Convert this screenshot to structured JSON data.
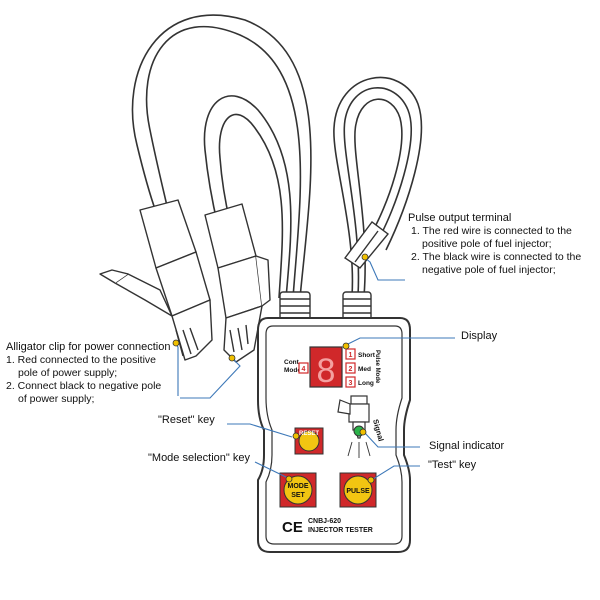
{
  "pulse_output": {
    "title": "Pulse output terminal",
    "lines": [
      "1. The red wire is connected to the",
      "   positive pole of fuel injector;",
      "2. The black wire is connected to the",
      "   negative pole of fuel injector;"
    ]
  },
  "alligator": {
    "title": "Alligator clip for power connection",
    "lines": [
      "1. Red connected to the positive",
      "   pole of power supply;",
      "2. Connect black to negative pole",
      "   of power supply;"
    ]
  },
  "callouts": {
    "display": "Display",
    "reset_key": "\"Reset\" key",
    "mode_key": "\"Mode selection\" key",
    "signal_indicator": "Signal indicator",
    "test_key": "\"Test\" key"
  },
  "device": {
    "cont_mode_line1": "Cont.",
    "cont_mode_line2": "Mode",
    "digit": "8",
    "mode_num_cont": "4",
    "pulse_mode_label": "Pulse Mode",
    "pulse_modes": [
      {
        "num": "1",
        "label": "Short"
      },
      {
        "num": "2",
        "label": "Med"
      },
      {
        "num": "3",
        "label": "Long"
      }
    ],
    "reset_label": "RESET",
    "mode_set_line1": "MODE",
    "mode_set_line2": "SET",
    "pulse_label": "PULSE",
    "signal_label": "Signal",
    "ce_mark": "CE",
    "model": "CNBJ-620",
    "product": "INJECTOR TESTER"
  },
  "colors": {
    "outline": "#333333",
    "key_red": "#d0282a",
    "key_yellow": "#f2c512",
    "callout_blue": "#3d78b8",
    "marker_yellow": "#f0c000",
    "signal_green": "#2bb34a"
  }
}
